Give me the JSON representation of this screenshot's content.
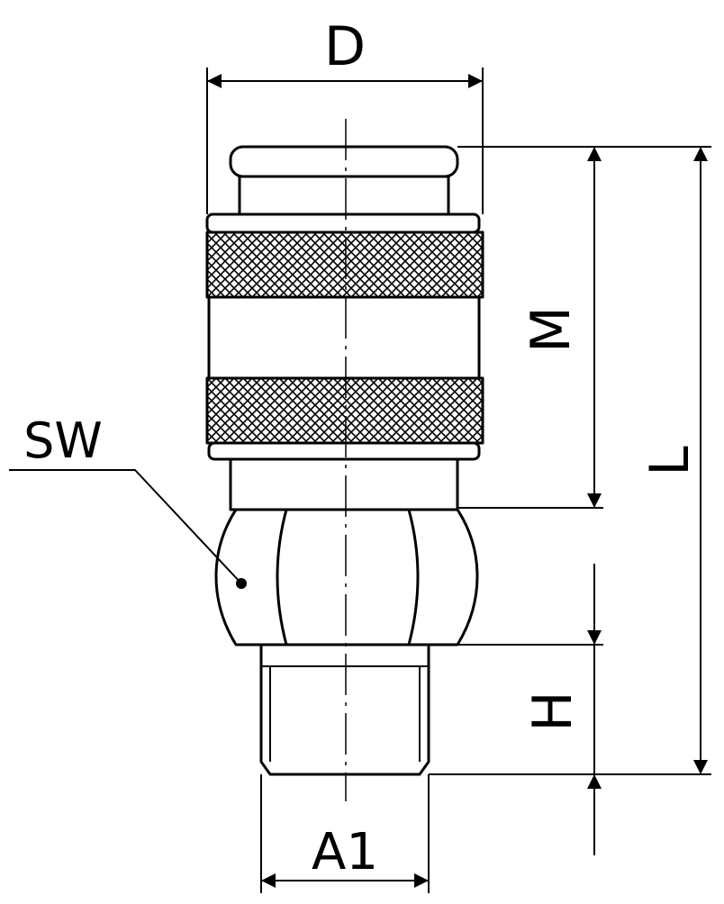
{
  "labels": {
    "diameter": "D",
    "wrench_size": "SW",
    "length_m": "M",
    "length_total": "L",
    "thread_height": "H",
    "thread_size": "A1"
  }
}
